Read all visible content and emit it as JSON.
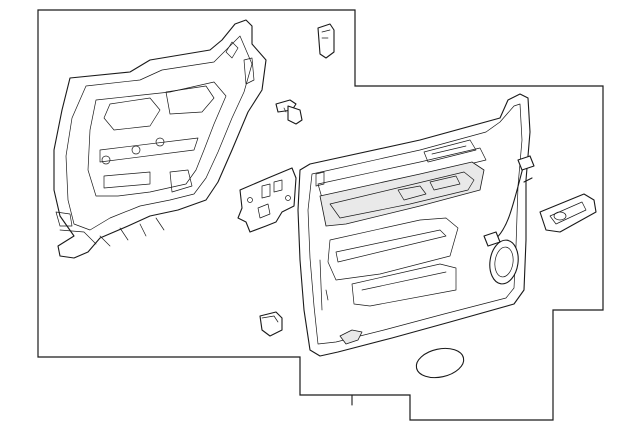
{
  "diagram": {
    "parts": [
      {
        "id": "door-inner-trim-frame"
      },
      {
        "id": "retainer-clip"
      },
      {
        "id": "end-cap"
      },
      {
        "id": "mounting-bracket"
      },
      {
        "id": "door-trim-panel"
      },
      {
        "id": "wiring-harness"
      },
      {
        "id": "inside-handle-bezel"
      },
      {
        "id": "switch-bezel"
      },
      {
        "id": "reflector-lens"
      }
    ]
  }
}
